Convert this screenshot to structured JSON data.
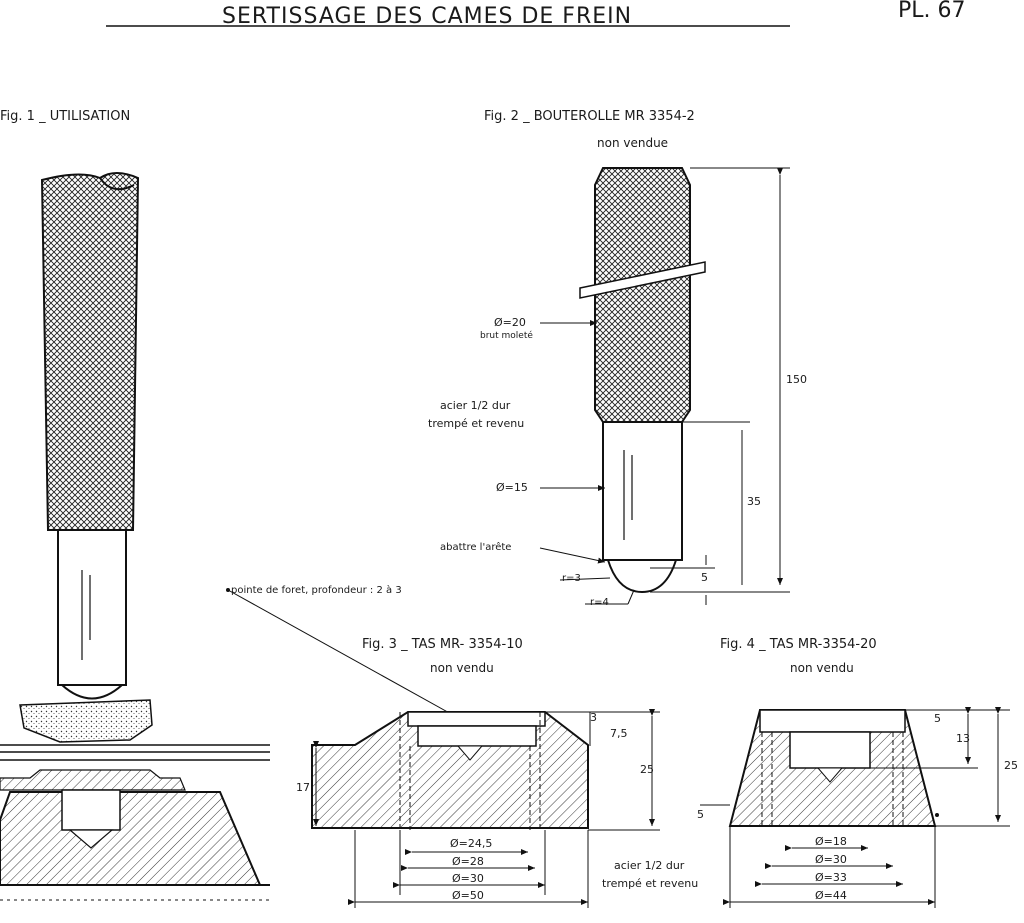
{
  "sheet": {
    "title": "SERTISSAGE DES CAMES DE FREIN",
    "plate": "PL. 67"
  },
  "fig1": {
    "caption": "Fig. 1 _ UTILISATION"
  },
  "fig2": {
    "caption": "Fig. 2 _ BOUTEROLLE MR 3354-2",
    "note": "non vendue",
    "labels": {
      "diam20": "Ø=20",
      "brut_molete": "brut moleté",
      "acier": "acier 1/2 dur",
      "trempe": "trempé et revenu",
      "diam15": "Ø=15",
      "abattre": "abattre l'arête",
      "r3": "r=3",
      "r4": "r=4"
    },
    "dims": {
      "total": "150",
      "shank": "35",
      "tip": "5"
    }
  },
  "pointe_note": "pointe de foret, profondeur : 2 à 3",
  "fig3": {
    "caption": "Fig. 3 _ TAS MR- 3354-10",
    "note": "non vendu",
    "dims": {
      "d3": "3",
      "d75": "7,5",
      "d25": "25",
      "d17": "17",
      "dia245": "Ø=24,5",
      "dia28": "Ø=28",
      "dia30": "Ø=30",
      "dia50": "Ø=50"
    }
  },
  "fig4": {
    "caption": "Fig. 4 _ TAS MR-3354-20",
    "note": "non vendu",
    "dims": {
      "d5a": "5",
      "d13": "13",
      "d25": "25",
      "d5b": "5",
      "dia18": "Ø=18",
      "dia30": "Ø=30",
      "dia33": "Ø=33",
      "dia44": "Ø=44"
    }
  },
  "material": {
    "line1": "acier 1/2 dur",
    "line2": "trempé et revenu"
  }
}
